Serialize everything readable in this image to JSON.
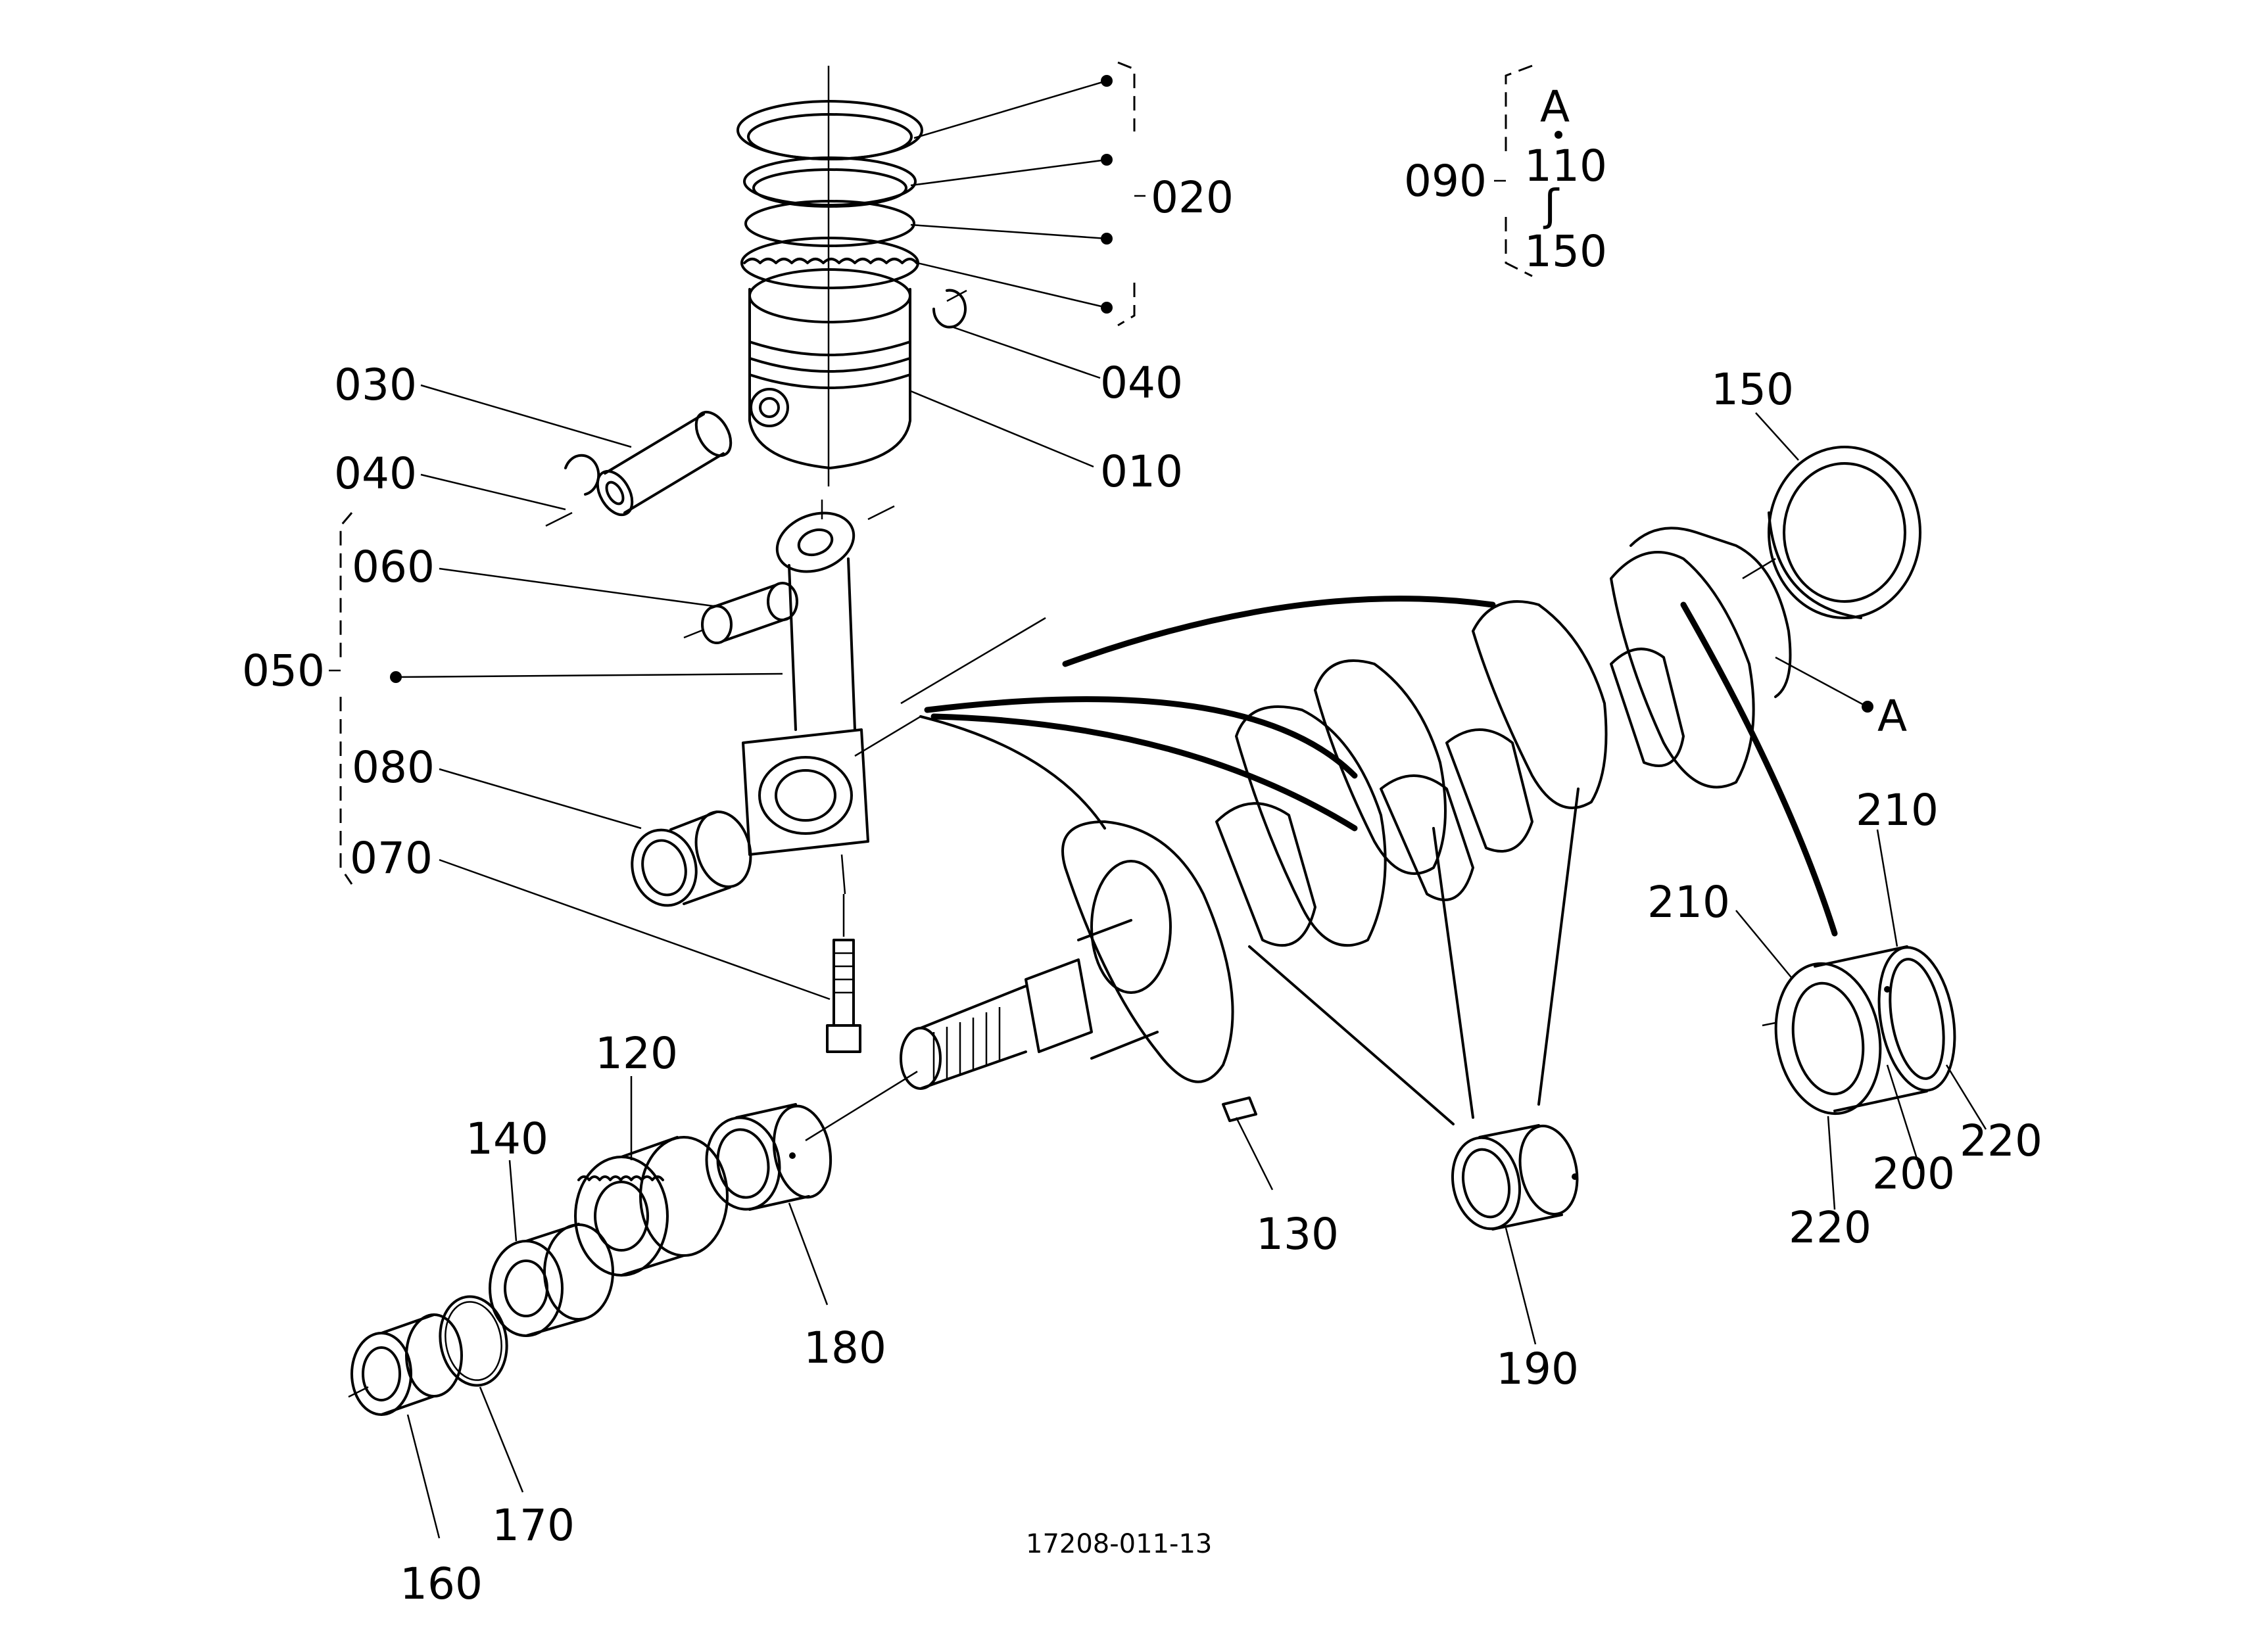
{
  "diagram": {
    "parts": [
      {
        "key": "p010",
        "label": "010"
      },
      {
        "key": "p020",
        "label": "020"
      },
      {
        "key": "p030",
        "label": "030"
      },
      {
        "key": "p040a",
        "label": "040"
      },
      {
        "key": "p040b",
        "label": "040"
      },
      {
        "key": "p050",
        "label": "050"
      },
      {
        "key": "p060",
        "label": "060"
      },
      {
        "key": "p070",
        "label": "070"
      },
      {
        "key": "p080",
        "label": "080"
      },
      {
        "key": "p090",
        "label": "090"
      },
      {
        "key": "p120",
        "label": "120"
      },
      {
        "key": "p130",
        "label": "130"
      },
      {
        "key": "p140",
        "label": "140"
      },
      {
        "key": "p150",
        "label": "150"
      },
      {
        "key": "p160",
        "label": "160"
      },
      {
        "key": "p170",
        "label": "170"
      },
      {
        "key": "p180",
        "label": "180"
      },
      {
        "key": "p190",
        "label": "190"
      },
      {
        "key": "p200",
        "label": "200"
      },
      {
        "key": "p210a",
        "label": "210"
      },
      {
        "key": "p210b",
        "label": "210"
      },
      {
        "key": "p220a",
        "label": "220"
      },
      {
        "key": "p220b",
        "label": "220"
      }
    ],
    "group_090": {
      "ref_label": "A",
      "range_start": "110",
      "range_symbol": "ʃ",
      "range_end": "150"
    },
    "marker_A": "A",
    "drawing_number": "17208-011-13"
  }
}
